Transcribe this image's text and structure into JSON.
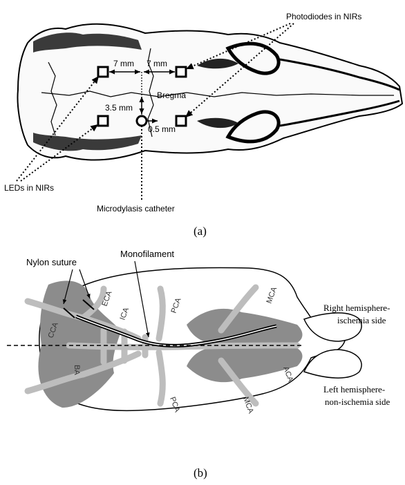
{
  "panel_a": {
    "caption": "(a)",
    "labels": {
      "photodiodes": "Photodiodes in NIRs",
      "leds": "LEDs in NIRs",
      "catheter": "Microdylasis catheter",
      "bregma": "Bregma",
      "dist_left": "7 mm",
      "dist_right": "7 mm",
      "dist_vertical": "3.5 mm",
      "dist_offset": "0.5 mm"
    }
  },
  "panel_b": {
    "caption": "(b)",
    "labels": {
      "nylon_suture": "Nylon suture",
      "monofilament": "Monofilament",
      "eca": "ECA",
      "cca": "CCA",
      "ica": "ICA",
      "pca_top": "PCA",
      "mca_top": "MCA",
      "ba": "BA",
      "pca_bottom": "PCA",
      "mca_bottom": "MCA",
      "aca": "ACA",
      "right_hemi_line1": "Right hemisphere-",
      "right_hemi_line2": "ischemia side",
      "left_hemi_line1": "Left hemisphere-",
      "left_hemi_line2": "non-ischemia side"
    }
  }
}
